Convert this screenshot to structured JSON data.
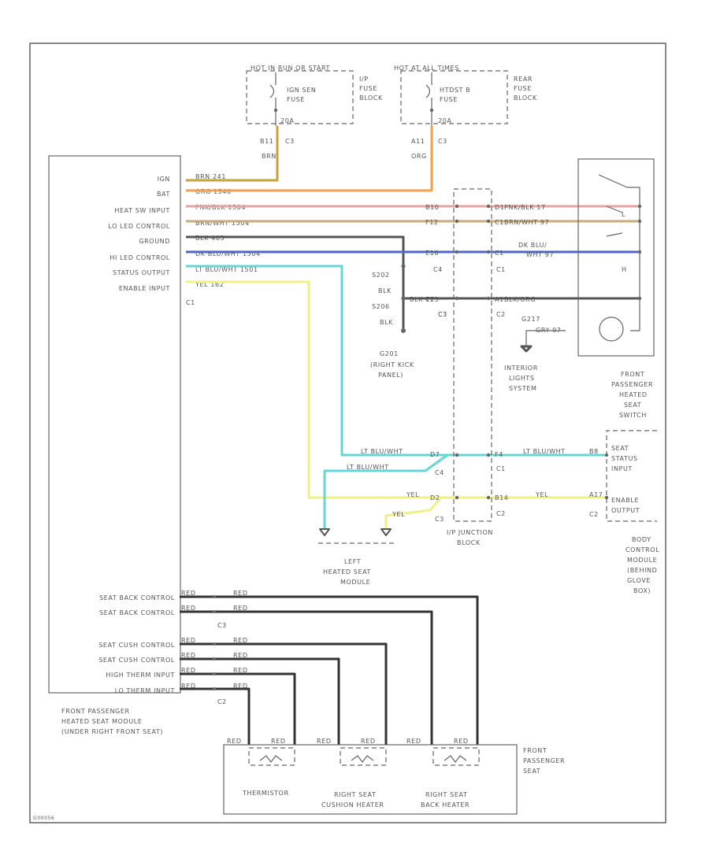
{
  "colors": {
    "frame": "#555555",
    "text": "#555555",
    "brn": "#c8a13b",
    "org": "#f5a04a",
    "pnk_blk": "#e7a3a3",
    "brn_wht": "#c9aa78",
    "blk": "#555555",
    "dk_blu_wht": "#4f67c9",
    "lt_blu_wht": "#63d7d7",
    "yel": "#f2ef86",
    "red": "#333333"
  },
  "fuses": {
    "left_header": "HOT IN RUN OR START",
    "left_fuse": [
      "IGN SEN",
      "FUSE"
    ],
    "left_amps": "20A",
    "left_block": [
      "I/P",
      "FUSE",
      "BLOCK"
    ],
    "right_header": "HOT AT ALL TIMES",
    "right_fuse": [
      "HTDST B",
      "FUSE"
    ],
    "right_amps": "20A",
    "right_block": [
      "REAR",
      "FUSE",
      "BLOCK"
    ],
    "left_term": "B11",
    "left_conn": "C3",
    "left_wire": "BRN",
    "right_term": "A11",
    "right_conn": "C3",
    "right_wire": "ORG"
  },
  "module_left": {
    "labels": [
      "IGN",
      "BAT",
      "HEAT SW INPUT",
      "LO LED CONTROL",
      "GROUND",
      "HI LED CONTROL",
      "STATUS OUTPUT",
      "ENABLE INPUT"
    ],
    "wires": [
      "BRN 241",
      "ORG 1540",
      "PNK/BLK 1504",
      "BRN/WHT 1504",
      "BLK 403",
      "DK BLU/WHT 1504",
      "LT BLU/WHT 1501",
      "YEL 162"
    ],
    "conn": "C1",
    "lower_labels": [
      "SEAT BACK CONTROL",
      "SEAT BACK CONTROL",
      "SEAT CUSH CONTROL",
      "SEAT CUSH CONTROL",
      "HIGH THERM INPUT",
      "LO THERM INPUT"
    ],
    "lower_wires_left": [
      "RED",
      "RED",
      "RED",
      "RED",
      "RED",
      "RED"
    ],
    "lower_wires_right": [
      "RED",
      "RED",
      "RED",
      "RED",
      "RED",
      "RED"
    ],
    "lower_conn_1": "C3",
    "lower_conn_2": "C2",
    "name": [
      "FRONT PASSENGER",
      "HEATED SEAT MODULE",
      "(UNDER RIGHT FRONT SEAT)"
    ]
  },
  "ground_branch": {
    "splice_1": "S202",
    "splice_2": "S206",
    "wire_1": "BLK",
    "wire_2": "BLK",
    "ground_name": [
      "G201",
      "(RIGHT KICK",
      "PANEL)"
    ],
    "blk_wire": "BLK 773",
    "conn": "C3"
  },
  "junction": {
    "pins_left": [
      "B10",
      "F12",
      "E10",
      "C2"
    ],
    "pins_right": [
      "D1",
      "C1",
      "C1",
      "A1"
    ],
    "conn_labels": [
      "C4",
      "C1",
      "C3",
      "C2"
    ],
    "wires_right": [
      "PNK/BLK 17",
      "BRN/WHT 97",
      "DK BLU/",
      "BLK/ORG",
      "WHT 97"
    ],
    "ground_name": "G217",
    "ground_wire": "GRY 97",
    "interior": [
      "INTERIOR",
      "LIGHTS",
      "SYSTEM"
    ],
    "name": [
      "I/P JUNCTION",
      "BLOCK"
    ],
    "lower_pins_left": [
      "D7",
      "D2"
    ],
    "lower_pins_right": [
      "F4",
      "B14"
    ],
    "lower_conn": [
      "C4",
      "C1",
      "C3",
      "C2"
    ],
    "lt_blu_1": "LT BLU/WHT",
    "lt_blu_2": "LT BLU/WHT",
    "lt_blu_3": "LT BLU/WHT",
    "yel_1": "YEL",
    "yel_2": "YEL",
    "yel_3": "YEL"
  },
  "switch": {
    "labels": [
      "L",
      "H"
    ],
    "name": [
      "FRONT",
      "PASSENGER",
      "HEATED",
      "SEAT",
      "SWITCH"
    ]
  },
  "bcm": {
    "pin_1": "B8",
    "pin_2": "A17",
    "conn": "C2",
    "in_1": [
      "SEAT",
      "STATUS",
      "INPUT"
    ],
    "in_2": [
      "ENABLE",
      "OUTPUT"
    ],
    "name": [
      "BODY",
      "CONTROL",
      "MODULE",
      "(BEHIND",
      "GLOVE",
      "BOX)"
    ]
  },
  "left_seat_module": [
    "LEFT",
    "HEATED SEAT",
    "MODULE"
  ],
  "seat": {
    "wire_labels": [
      "RED",
      "RED",
      "RED",
      "RED",
      "RED",
      "RED"
    ],
    "components": [
      [
        "THERMISTOR"
      ],
      [
        "RIGHT SEAT",
        "CUSHION HEATER"
      ],
      [
        "RIGHT SEAT",
        "BACK HEATER"
      ]
    ],
    "name": [
      "FRONT",
      "PASSENGER",
      "SEAT"
    ]
  },
  "footer_id": "G00056"
}
